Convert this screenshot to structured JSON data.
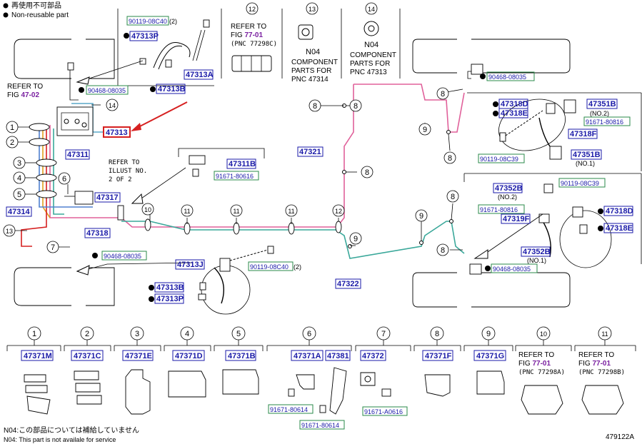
{
  "legend": {
    "reusable_jp": "再使用不可部品",
    "reusable_en": "Non-reusable part"
  },
  "footer": {
    "note_jp": "N04:この部品については補給していません",
    "note_en": "N04: This part is not availale for service",
    "figure_code": "479122A"
  },
  "callouts": [
    "1",
    "2",
    "3",
    "4",
    "5",
    "6",
    "7",
    "8",
    "9",
    "10",
    "11",
    "12",
    "13",
    "14"
  ],
  "top_refs": {
    "ref12_title": "REFER TO",
    "ref12_fig_prefix": "FIG ",
    "ref12_fig": "77-01",
    "ref12_pnc": "(PNC 77298C)",
    "n04_a": "N04",
    "n04_a_text1": "COMPONENT",
    "n04_a_text2": "PARTS FOR",
    "n04_a_text3": "PNC 47314",
    "n04_b": "N04",
    "n04_b_text1": "COMPONENT",
    "n04_b_text2": "PARTS FOR",
    "n04_b_text3": "PNC 47313"
  },
  "left_refs": {
    "refer_to": "REFER TO",
    "fig_prefix": "FIG ",
    "fig": "47-02",
    "illust_1": "REFER TO",
    "illust_2": "ILLUST NO.",
    "illust_3": "2 OF 2"
  },
  "part_numbers": {
    "p90119_08C40_top": "90119-08C40",
    "p90119_08C40_top_qty": "(2)",
    "p47313P_top": "47313P",
    "p47313A": "47313A",
    "p47313B_top": "47313B",
    "p90468_08035_a": "90468-08035",
    "p47313": "47313",
    "p47311": "47311",
    "p47311B": "47311B",
    "p91671_80616_a": "91671-80616",
    "p47317": "47317",
    "p47314": "47314",
    "p47318": "47318",
    "p90468_08035_b": "90468-08035",
    "p47313J": "47313J",
    "p90119_08C40_mid": "90119-08C40",
    "p90119_08C40_mid_qty": "(2)",
    "p47313B_bot": "47313B",
    "p47313P_bot": "47313P",
    "p47321": "47321",
    "p47322": "47322",
    "p90468_08035_c": "90468-08035",
    "p47318D_top": "47318D",
    "p47318E_top": "47318E",
    "p47351B_top": "47351B",
    "p47351B_top_note": "(NO.2)",
    "p91671_80816_a": "91671-80816",
    "p47318F": "47318F",
    "p90119_08C39_a": "90119-08C39",
    "p47351B_bot": "47351B",
    "p47351B_bot_note": "(NO.1)",
    "p47352B_top": "47352B",
    "p47352B_top_note": "(NO.2)",
    "p90119_08C39_b": "90119-08C39",
    "p91671_80816_b": "91671-80816",
    "p47319F": "47319F",
    "p47318D_bot": "47318D",
    "p47318E_bot": "47318E",
    "p47352B_bot": "47352B",
    "p47352B_bot_note": "(NO.1)",
    "p90468_08035_d": "90468-08035"
  },
  "bottom_row": [
    {
      "num": "1",
      "label": "47371M"
    },
    {
      "num": "2",
      "label": "47371C"
    },
    {
      "num": "3",
      "label": "47371E"
    },
    {
      "num": "4",
      "label": "47371D"
    },
    {
      "num": "5",
      "label": "47371B"
    },
    {
      "num": "6",
      "label": "47371A",
      "label2": "47381",
      "sub1": "91671-80614",
      "sub2": "91671-80614"
    },
    {
      "num": "7",
      "label": "47372",
      "sub1": "91671-A0616"
    },
    {
      "num": "8",
      "label": "47371F"
    },
    {
      "num": "9",
      "label": "47371G"
    },
    {
      "num": "10",
      "ref1": "REFER TO",
      "ref2": "FIG ",
      "fig": "77-01",
      "pnc": "(PNC 77298A)"
    },
    {
      "num": "11",
      "ref1": "REFER TO",
      "ref2": "FIG ",
      "fig": "77-01",
      "pnc": "(PNC 77298B)"
    }
  ],
  "colors": {
    "highlight_red": "#d62020",
    "pink_line": "#e0609a",
    "teal_line": "#3aa89a",
    "orange_line": "#e0a020",
    "blue_line": "#5080d0",
    "green_box": "#2a8a4a",
    "blue_text": "#1a1aa8",
    "purple_fig": "#7a20a0"
  }
}
